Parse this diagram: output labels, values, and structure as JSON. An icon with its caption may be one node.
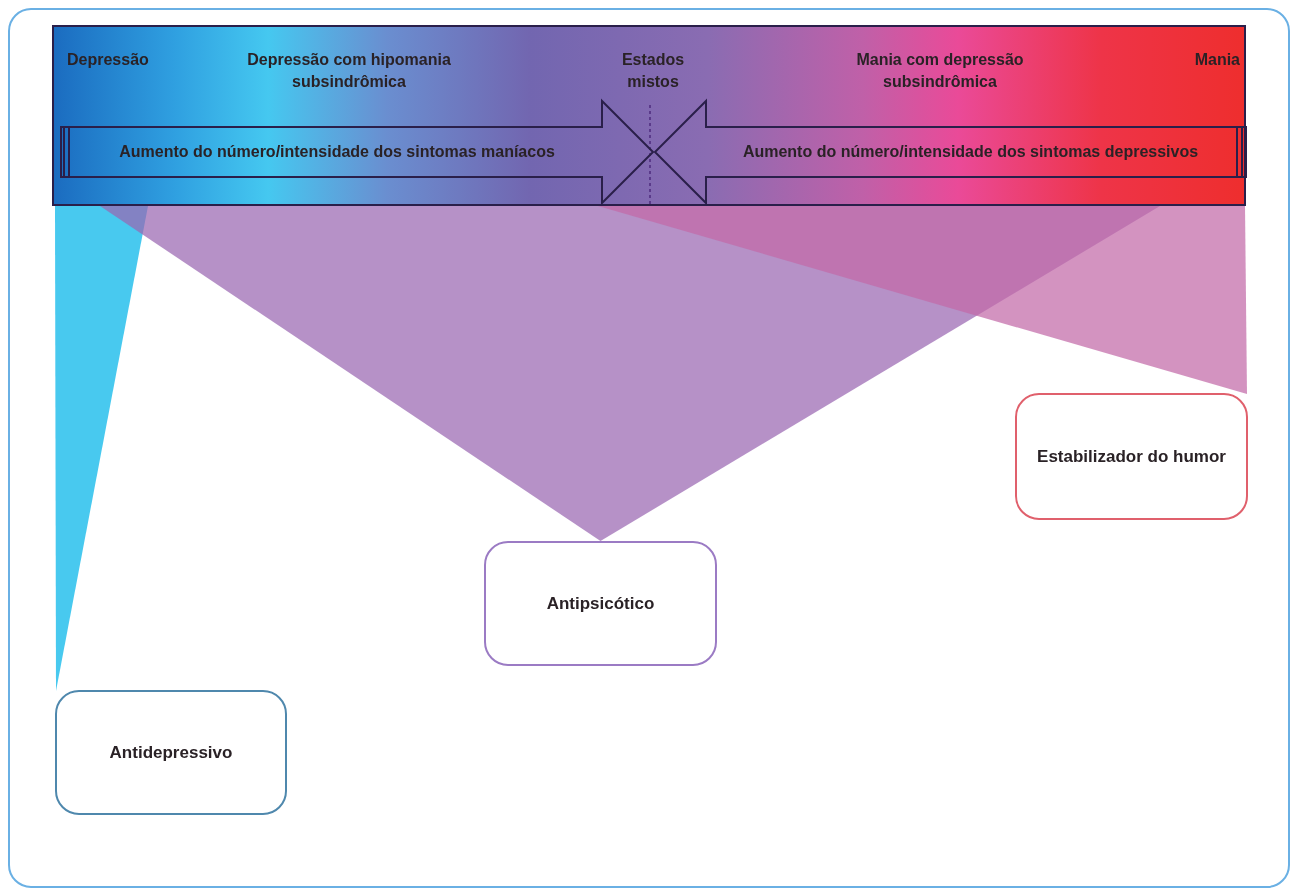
{
  "diagram": {
    "nodes": [
      {
        "text": [
          "Depressão",
          "Depressão com hipomania subsindrômica",
          "Estados mistos",
          "Mania com depressão subsindrômica",
          "Mania"
        ]
      },
      {
        "text": [
          "Aumento do número/intensidade dos sintomas maníacos"
        ],
        "in": 0
      },
      {
        "text": [
          "Aumento do número/intensidade dos sintomas depressivos"
        ],
        "in": 0
      },
      {
        "text": [
          "Antidepressivo"
        ]
      },
      {
        "text": [
          "Antipsicótico"
        ]
      },
      {
        "text": [
          "Estabilizador do humor"
        ]
      }
    ],
    "edges": [
      {
        "from": 0,
        "to": 3,
        "arrow": "none",
        "color": "#3ec6ee"
      },
      {
        "from": 0,
        "to": 4,
        "arrow": "none",
        "color": "#9a66b2"
      },
      {
        "from": 0,
        "to": 5,
        "arrow": "none",
        "color": "#c26aa8"
      }
    ]
  }
}
